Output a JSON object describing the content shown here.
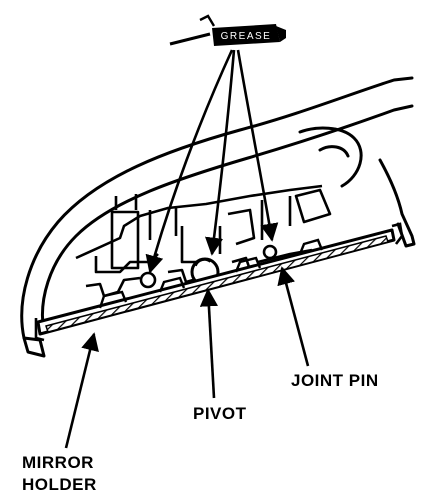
{
  "labels": {
    "grease": "GREASE",
    "mirror_holder_line1": "MIRROR",
    "mirror_holder_line2": "HOLDER",
    "pivot": "PIVOT",
    "joint_pin": "JOINT PIN"
  },
  "colors": {
    "ink": "#000000",
    "paper": "#ffffff"
  }
}
